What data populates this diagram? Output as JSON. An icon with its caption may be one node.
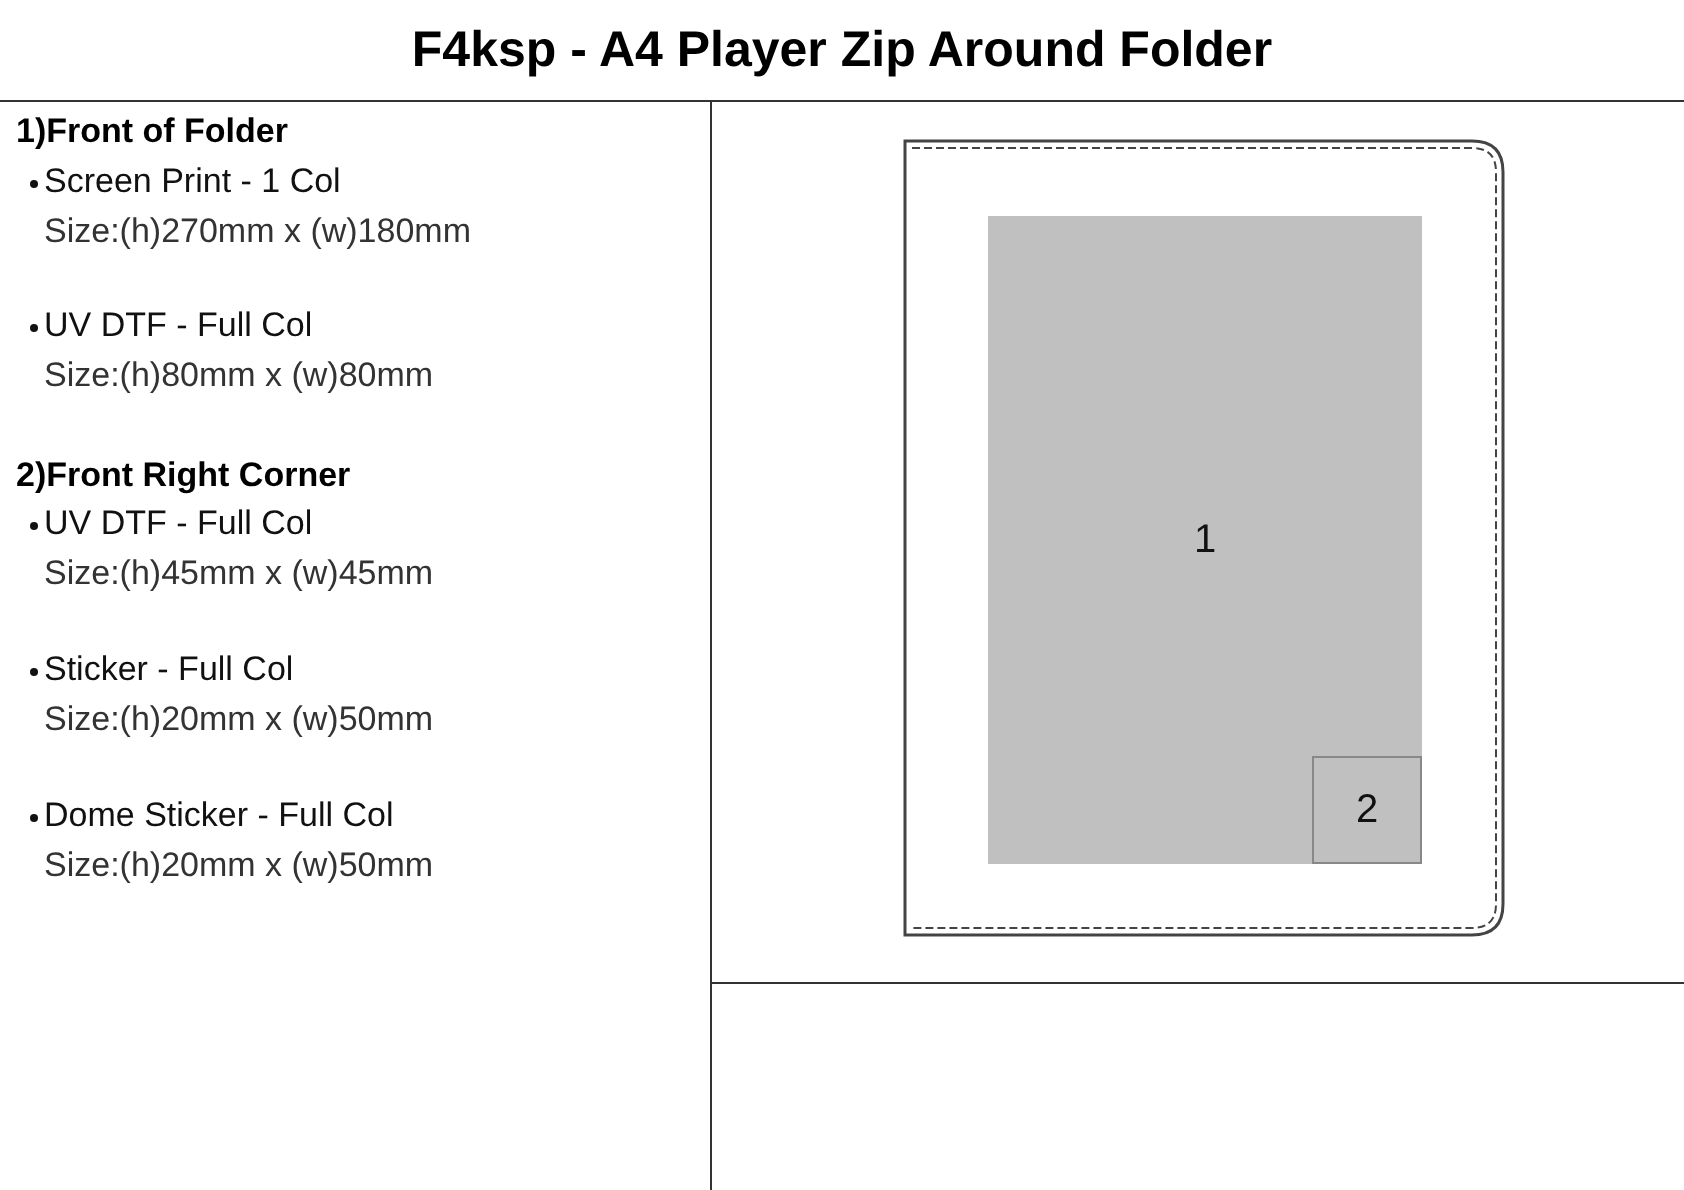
{
  "diagram": {
    "title": "F4ksp - A4 Player Zip Around Folder",
    "nodes": [
      {
        "text": [],
        "shape": "box"
      },
      {
        "text": [
          "1"
        ],
        "in": 0
      },
      {
        "text": [
          "2"
        ],
        "in": 1
      }
    ],
    "edges": [],
    "labels": [
      "1)Front of Folder",
      "Screen Print - 1 Col",
      "Size:(h)270mm x (w)180mm",
      "UV DTF - Full Col",
      "Size:(h)80mm x (w)80mm",
      "2)Front Right Corner",
      "UV DTF - Full Col",
      "Size:(h)45mm x (w)45mm",
      "Sticker - Full Col",
      "Size:(h)20mm x (w)50mm",
      "Dome Sticker - Full Col",
      "Size:(h)20mm x (w)50mm"
    ]
  }
}
